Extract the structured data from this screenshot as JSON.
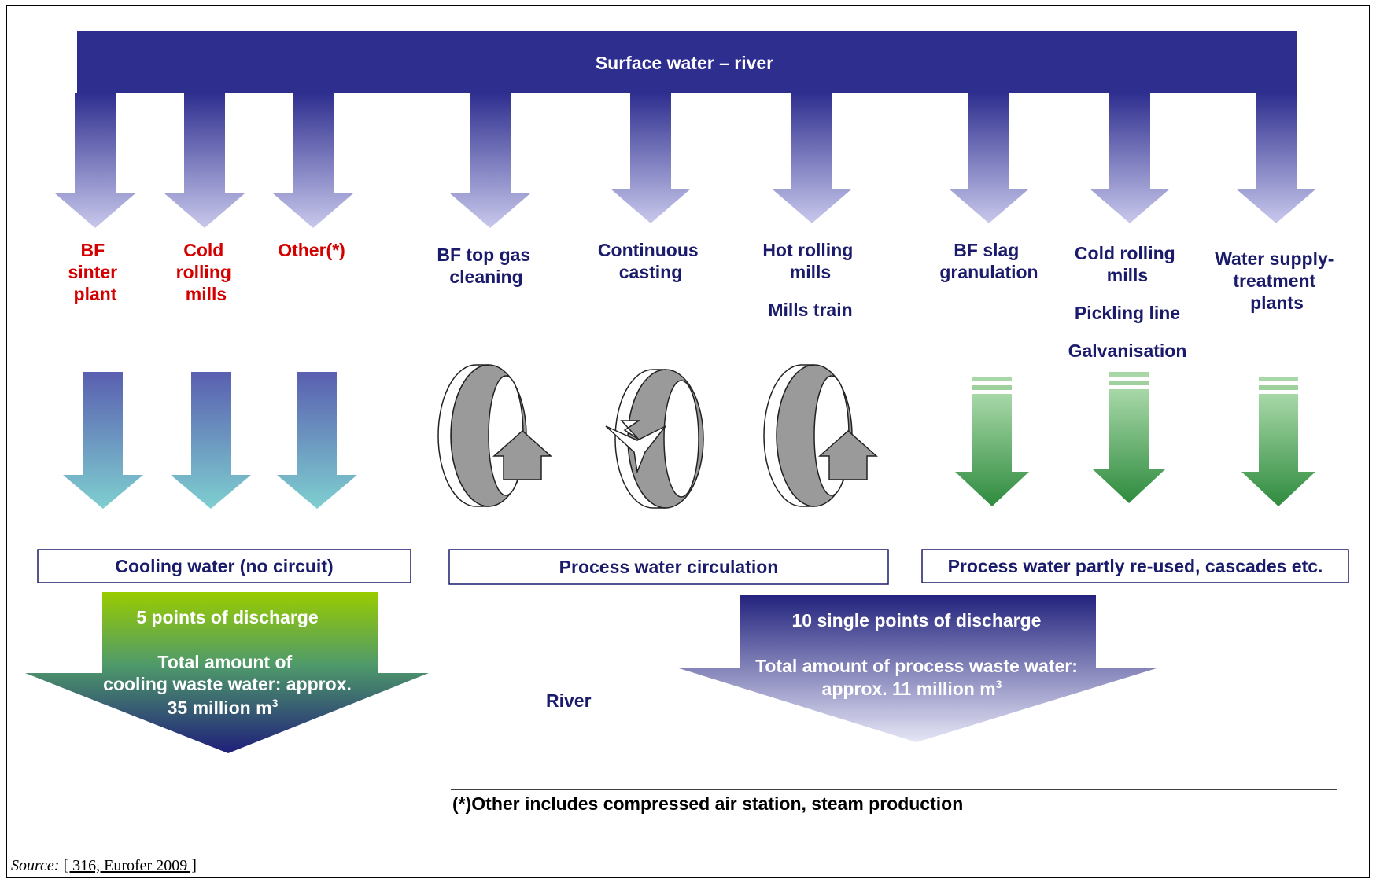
{
  "river_bar": {
    "label": "Surface water – river"
  },
  "cooling_group": {
    "units": [
      {
        "lines": [
          "BF",
          "sinter",
          "plant"
        ]
      },
      {
        "lines": [
          "Cold",
          "rolling",
          "mills"
        ]
      },
      {
        "lines": [
          "Other(*)"
        ]
      }
    ],
    "box_label": "Cooling water (no circuit)",
    "discharge": {
      "points": "5 points of discharge",
      "amount_lines": [
        "Total amount of",
        "cooling waste water: approx.",
        "35 million m"
      ],
      "unit_superscript": "3"
    }
  },
  "process_group": {
    "units": [
      {
        "lines": [
          "BF top gas",
          "cleaning"
        ]
      },
      {
        "lines": [
          "Continuous",
          "casting"
        ]
      },
      {
        "lines": [
          "Hot rolling",
          "mills"
        ],
        "extra": "Mills train"
      }
    ],
    "box_label": "Process water circulation"
  },
  "reuse_group": {
    "units": [
      {
        "lines": [
          "BF slag",
          "granulation"
        ]
      },
      {
        "lines": [
          "Cold rolling",
          "mills"
        ],
        "extra": [
          "Pickling line",
          "Galvanisation"
        ]
      },
      {
        "lines": [
          "Water supply-",
          "treatment",
          "plants"
        ]
      }
    ],
    "box_label": "Process water partly re-used, cascades etc."
  },
  "process_discharge": {
    "points": "10 single points of discharge",
    "amount_lines": [
      "Total amount of process waste water:",
      "approx. 11 million m"
    ],
    "unit_superscript": "3"
  },
  "river_label": "River",
  "footnote": "(*)Other includes compressed air station, steam production",
  "source": {
    "prefix": "Source:",
    "ref": "[ 316, Eurofer 2009 ]"
  },
  "colors": {
    "river_bar": "#2e2e8f",
    "down_arrow_top": "#2e2e8f",
    "down_arrow_bottom": "#c8c8ec",
    "cooling_arrow_top": "#5a5fb0",
    "cooling_arrow_bottom": "#7ecfd0",
    "reuse_arrow_top": "#9fd19f",
    "reuse_arrow_bottom": "#2e8b3e",
    "cooling_discharge_top": "#99cc00",
    "cooling_discharge_bottom": "#1f1f7a",
    "label_red": "#d40000",
    "label_navy": "#1b1b6b"
  }
}
